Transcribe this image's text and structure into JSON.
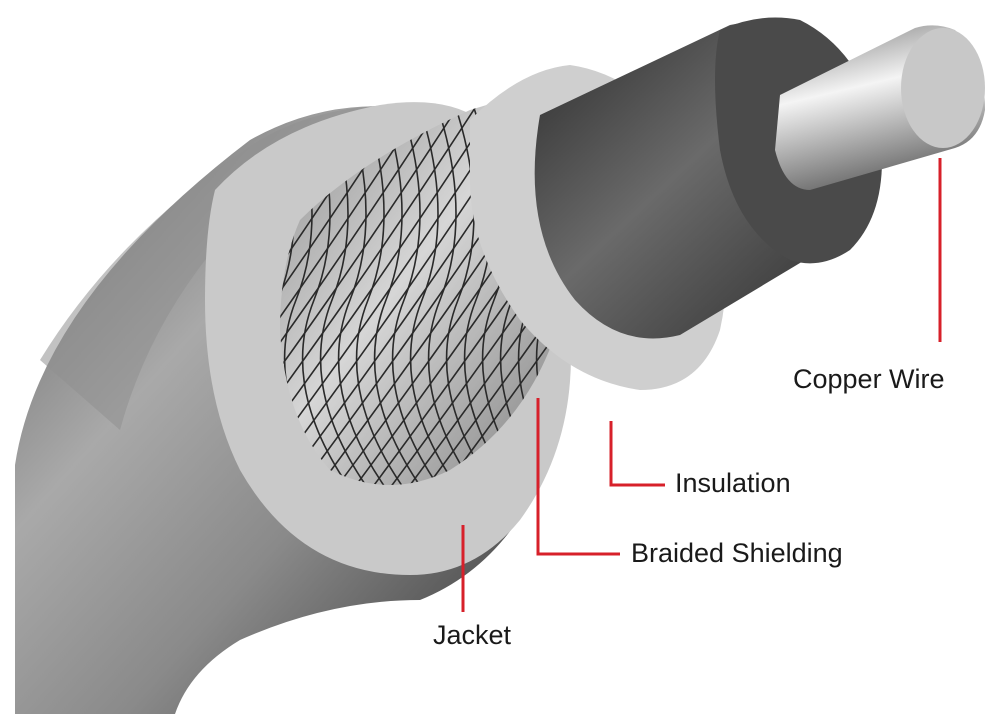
{
  "labels": {
    "copper_wire": "Copper Wire",
    "insulation": "Insulation",
    "braided_shielding": "Braided Shielding",
    "jacket": "Jacket"
  },
  "colors": {
    "leader_line": "#d7202a",
    "jacket_face": "#c9c9c9",
    "jacket_outer_dark": "#3a3a3a",
    "braid_fill": "#bdbdbd",
    "braid_lines": "#2a2a2a",
    "insulation_face": "#cfcfcf",
    "dielectric": "#4a4a4a",
    "conductor_face": "#c8c8c8",
    "text": "#1a1a1a"
  }
}
